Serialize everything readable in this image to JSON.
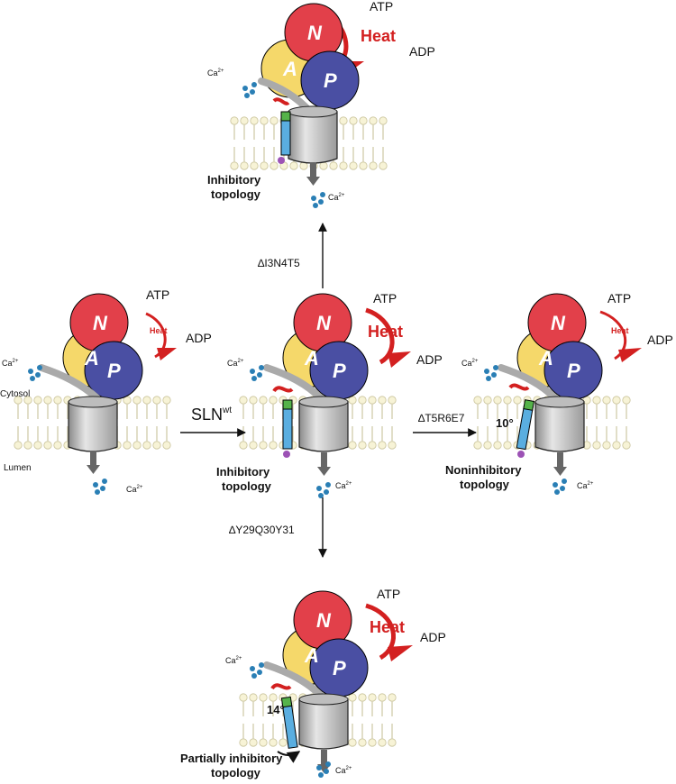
{
  "panels": {
    "top": {
      "atp": "ATP",
      "adp": "ADP",
      "heat": "Heat",
      "ca_in": "Ca",
      "ca_out": "Ca",
      "ca_sup": "2+",
      "topology": [
        "Inhibitory",
        "topology"
      ]
    },
    "wt": {
      "atp": "ATP",
      "adp": "ADP",
      "heat": "Heat",
      "ca_in": "Ca",
      "ca_out": "Ca",
      "ca_sup": "2+",
      "cytosol": "Cytosol",
      "lumen": "Lumen"
    },
    "center": {
      "atp": "ATP",
      "adp": "ADP",
      "heat": "Heat",
      "ca_in": "Ca",
      "ca_out": "Ca",
      "ca_sup": "2+",
      "topology": [
        "Inhibitory",
        "topology"
      ]
    },
    "right": {
      "atp": "ATP",
      "adp": "ADP",
      "heat": "Heat",
      "ca_in": "Ca",
      "ca_out": "Ca",
      "ca_sup": "2+",
      "angle": "10°",
      "topology": [
        "Noninhibitory",
        "topology"
      ]
    },
    "bottom": {
      "atp": "ATP",
      "adp": "ADP",
      "heat": "Heat",
      "ca_in": "Ca",
      "ca_out": "Ca",
      "ca_sup": "2+",
      "angle": "14°",
      "topology": [
        "Partially inhibitory",
        "topology"
      ]
    }
  },
  "domains": {
    "n": "N",
    "a": "A",
    "p": "P"
  },
  "arrows": {
    "sln_main": "SLN",
    "sln_sup": "wt",
    "up": "∆I3N4T5",
    "right": "∆T5R6E7",
    "down": "∆Y29Q30Y31"
  },
  "colors": {
    "n": "#e2404a",
    "a": "#f5d86a",
    "p": "#4a4fa3",
    "heat": "#d32020",
    "ca": "#2a7fb5",
    "sln": "#5aaee0"
  }
}
